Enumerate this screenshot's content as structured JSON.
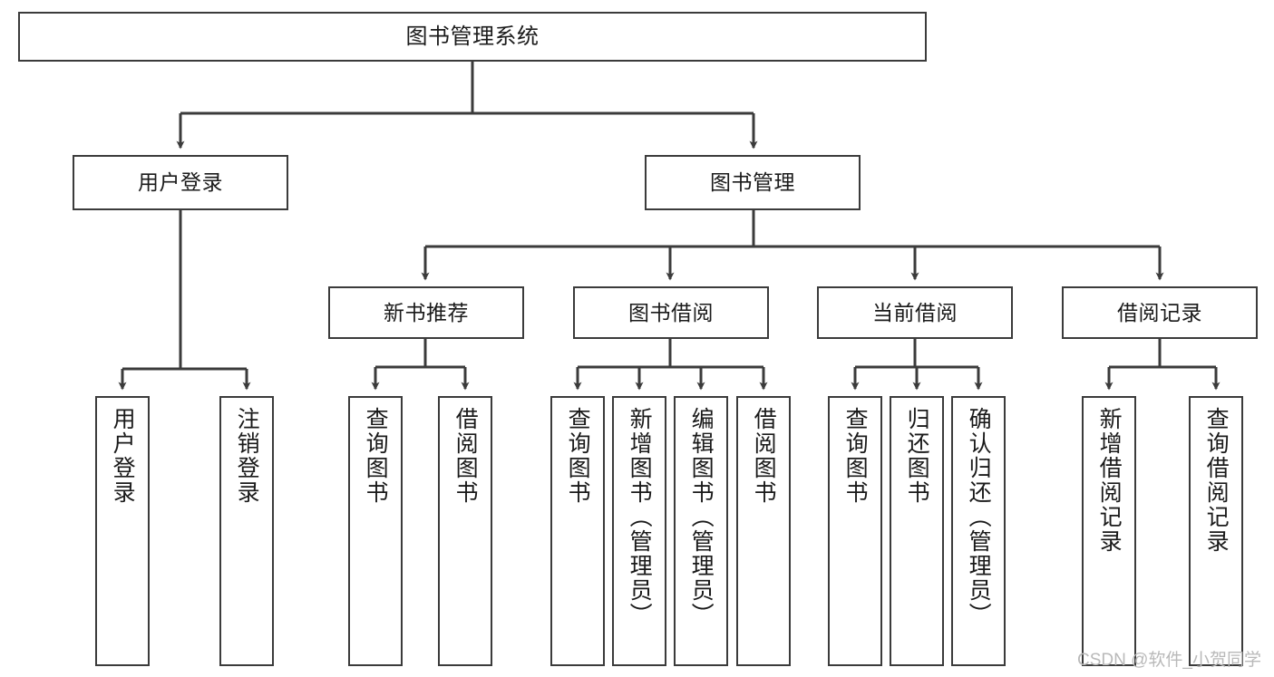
{
  "diagram": {
    "title": "图书管理系统",
    "type": "tree",
    "orientation": "top-down",
    "colors": {
      "box_border": "#3b3b3b",
      "box_fill": "#ffffff",
      "edge": "#3b3b3b",
      "text": "#1a1a1a",
      "watermark": "#b9b9b9",
      "background": "#ffffff"
    },
    "watermark": "CSDN @软件_小贺同学",
    "nodes": {
      "root": {
        "id": "root",
        "label": "图书管理系统",
        "level": 0
      },
      "user_login": {
        "id": "user_login",
        "label": "用户登录",
        "level": 1
      },
      "book_mgmt": {
        "id": "book_mgmt",
        "label": "图书管理",
        "level": 1
      },
      "new_book_rec": {
        "id": "new_book_rec",
        "label": "新书推荐",
        "level": 2
      },
      "book_borrow": {
        "id": "book_borrow",
        "label": "图书借阅",
        "level": 2
      },
      "current_borrow": {
        "id": "current_borrow",
        "label": "当前借阅",
        "level": 2
      },
      "borrow_record": {
        "id": "borrow_record",
        "label": "借阅记录",
        "level": 2
      },
      "leaf_user_login": {
        "id": "leaf_user_login",
        "label": "用户登录",
        "level": 2
      },
      "leaf_logout": {
        "id": "leaf_logout",
        "label": "注销登录",
        "level": 2
      },
      "leaf_query_book_1": {
        "id": "leaf_query_book_1",
        "label": "查询图书",
        "level": 3
      },
      "leaf_borrow_book_1": {
        "id": "leaf_borrow_book_1",
        "label": "借阅图书",
        "level": 3
      },
      "leaf_query_book_2": {
        "id": "leaf_query_book_2",
        "label": "查询图书",
        "level": 3
      },
      "leaf_add_book": {
        "id": "leaf_add_book",
        "label": "新增图书（管理员）",
        "level": 3
      },
      "leaf_edit_book": {
        "id": "leaf_edit_book",
        "label": "编辑图书（管理员）",
        "level": 3
      },
      "leaf_borrow_book_2": {
        "id": "leaf_borrow_book_2",
        "label": "借阅图书",
        "level": 3
      },
      "leaf_query_book_3": {
        "id": "leaf_query_book_3",
        "label": "查询图书",
        "level": 3
      },
      "leaf_return_book": {
        "id": "leaf_return_book",
        "label": "归还图书",
        "level": 3
      },
      "leaf_confirm_return": {
        "id": "leaf_confirm_return",
        "label": "确认归还（管理员）",
        "level": 3
      },
      "leaf_add_record": {
        "id": "leaf_add_record",
        "label": "新增借阅记录",
        "level": 3
      },
      "leaf_query_record": {
        "id": "leaf_query_record",
        "label": "查询借阅记录",
        "level": 3
      }
    },
    "edges": [
      {
        "from": "root",
        "to": "user_login"
      },
      {
        "from": "root",
        "to": "book_mgmt"
      },
      {
        "from": "user_login",
        "to": "leaf_user_login"
      },
      {
        "from": "user_login",
        "to": "leaf_logout"
      },
      {
        "from": "book_mgmt",
        "to": "new_book_rec"
      },
      {
        "from": "book_mgmt",
        "to": "book_borrow"
      },
      {
        "from": "book_mgmt",
        "to": "current_borrow"
      },
      {
        "from": "book_mgmt",
        "to": "borrow_record"
      },
      {
        "from": "new_book_rec",
        "to": "leaf_query_book_1"
      },
      {
        "from": "new_book_rec",
        "to": "leaf_borrow_book_1"
      },
      {
        "from": "book_borrow",
        "to": "leaf_query_book_2"
      },
      {
        "from": "book_borrow",
        "to": "leaf_add_book"
      },
      {
        "from": "book_borrow",
        "to": "leaf_edit_book"
      },
      {
        "from": "book_borrow",
        "to": "leaf_borrow_book_2"
      },
      {
        "from": "current_borrow",
        "to": "leaf_query_book_3"
      },
      {
        "from": "current_borrow",
        "to": "leaf_return_book"
      },
      {
        "from": "current_borrow",
        "to": "leaf_confirm_return"
      },
      {
        "from": "borrow_record",
        "to": "leaf_add_record"
      },
      {
        "from": "borrow_record",
        "to": "leaf_query_record"
      }
    ]
  }
}
